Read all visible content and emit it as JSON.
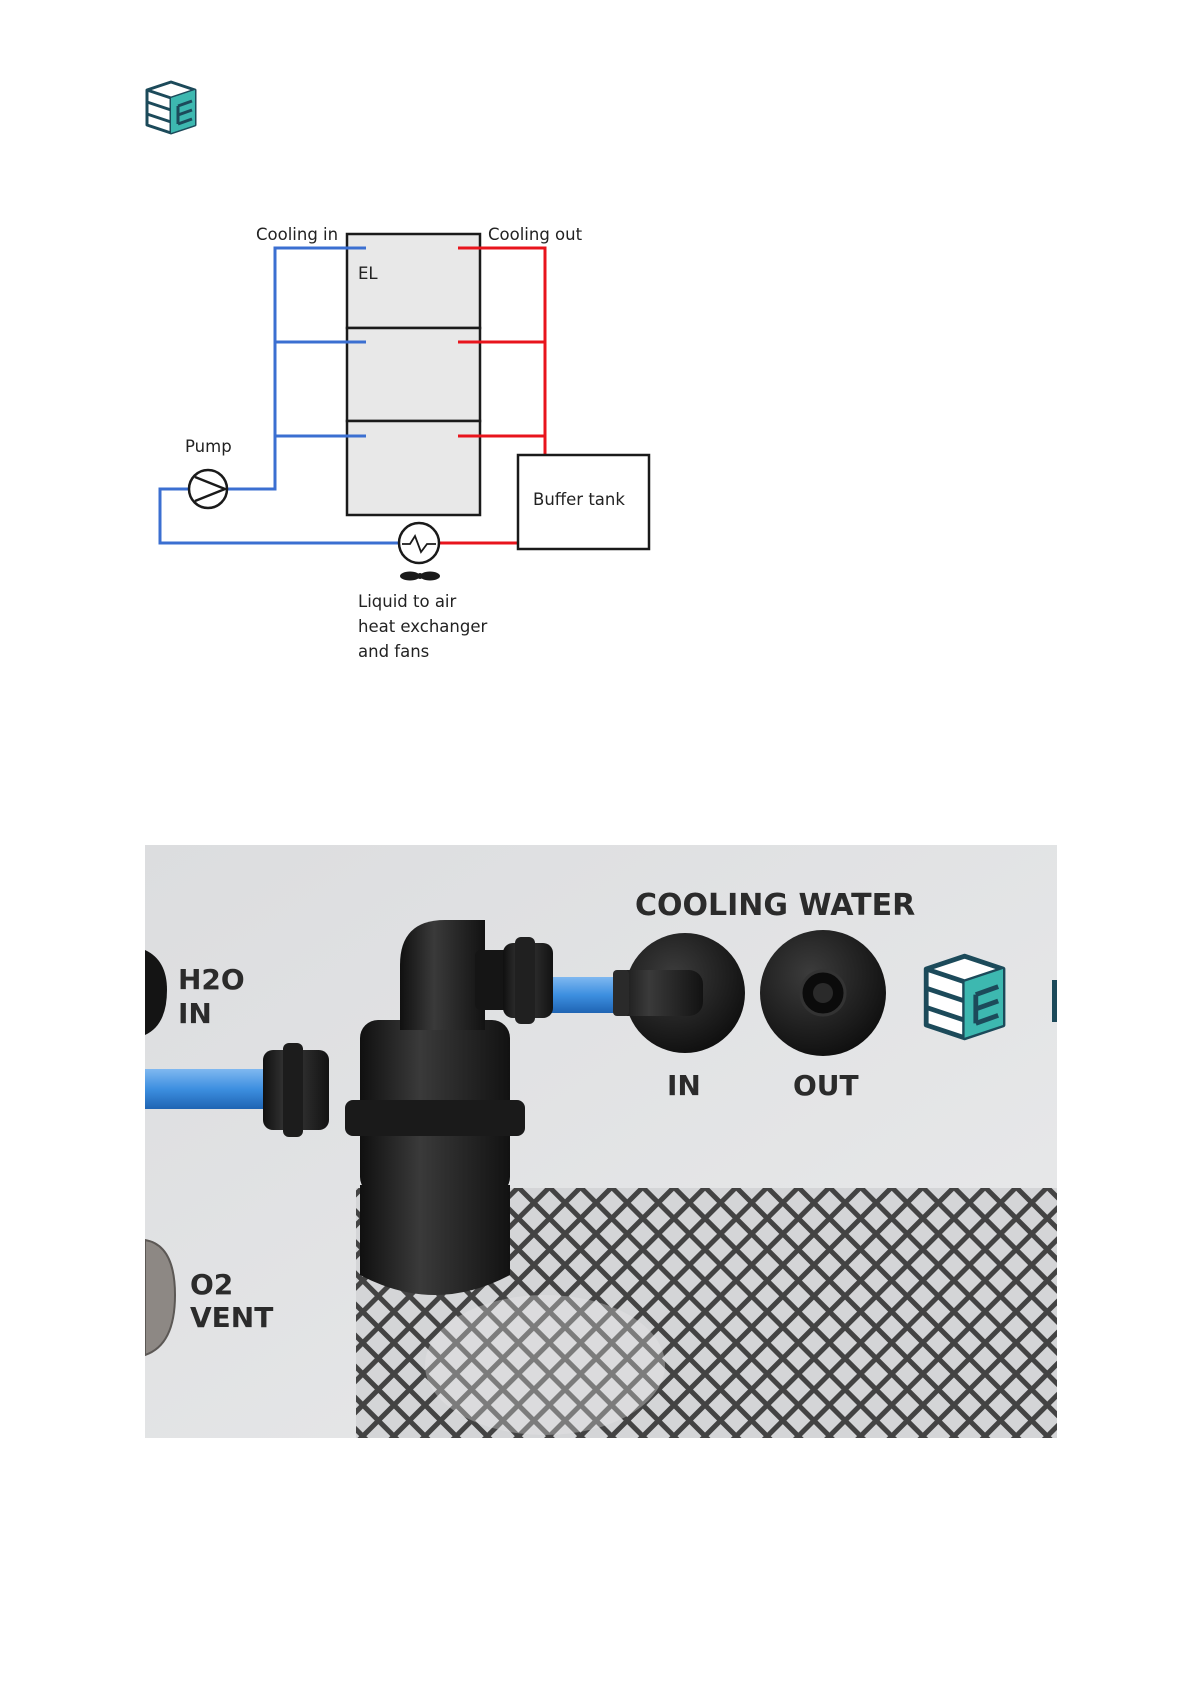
{
  "header": {
    "logo_icon": "company-cube-logo-icon"
  },
  "diagram": {
    "cooling_in_label": "Cooling in",
    "cooling_out_label": "Cooling out",
    "el_label": "EL",
    "pump_label": "Pump",
    "buffer_tank_label": "Buffer tank",
    "heat_exchanger_label": [
      "Liquid to air",
      "heat exchanger",
      "and fans"
    ],
    "colors": {
      "cold_line": "#3b6fd1",
      "hot_line": "#e8141c",
      "stack_fill": "#e8e8e8",
      "outline": "#1a1a1a"
    }
  },
  "photo": {
    "cooling_water_label": "COOLING WATER",
    "in_label": "IN",
    "out_label": "OUT",
    "h2o_label": "H2O",
    "h2o_in_label": "IN",
    "o2_label": "O2",
    "vent_label": "VENT",
    "colors": {
      "panel": "#e2e3e4",
      "tube": "#3d8fe0",
      "fitting": "#1e1e1e",
      "brand": "#1c4a5a",
      "brand_accent": "#3db8b0"
    }
  }
}
